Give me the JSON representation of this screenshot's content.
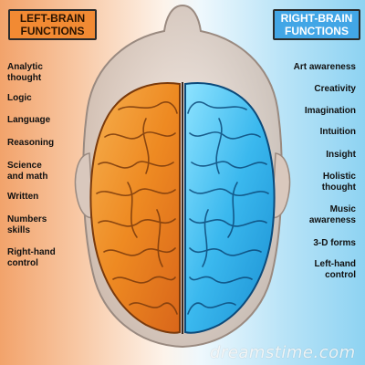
{
  "left_title": "LEFT-BRAIN\nFUNCTIONS",
  "right_title": "RIGHT-BRAIN\nFUNCTIONS",
  "left_items": [
    "Analytic\nthought",
    "Logic",
    "Language",
    "Reasoning",
    "Science\nand math",
    "Written",
    "Numbers\nskills",
    "Right-hand\ncontrol"
  ],
  "right_items": [
    "Art awareness",
    "Creativity",
    "Imagination",
    "Intuition",
    "Insight",
    "Holistic\nthought",
    "Music\nawareness",
    "3-D forms",
    "Left-hand\ncontrol"
  ],
  "watermark": "dreamstime.com",
  "colors": {
    "left_accent": "#f28a33",
    "right_accent": "#42a6e6",
    "left_hemisphere": "#f08a2a",
    "right_hemisphere": "#4cc0ee"
  }
}
